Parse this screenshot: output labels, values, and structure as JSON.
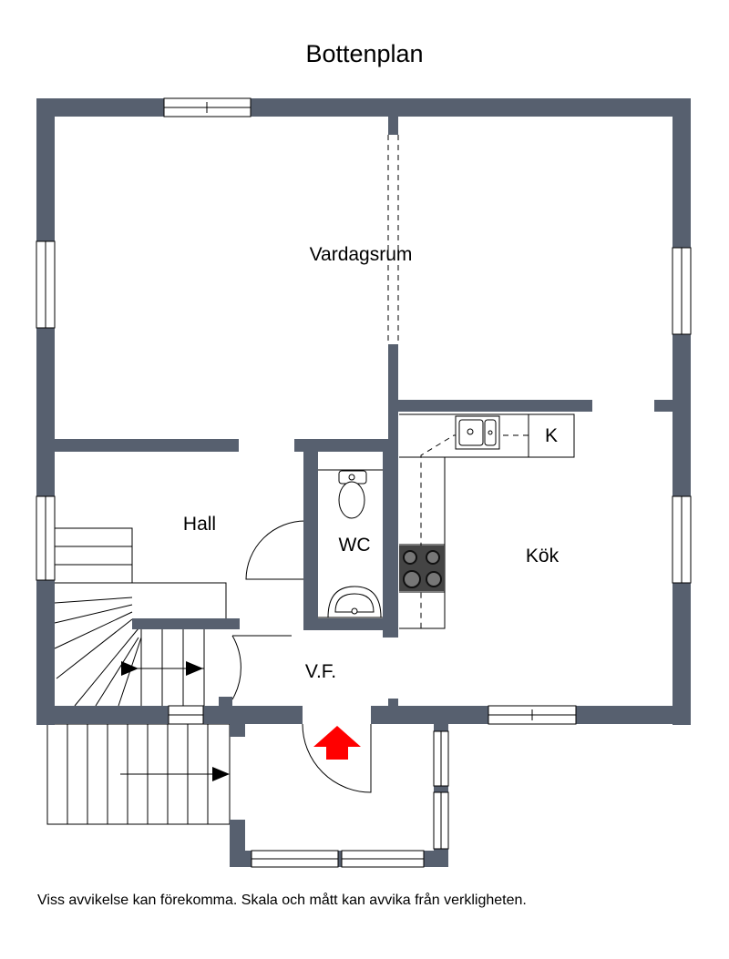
{
  "title": "Bottenplan",
  "disclaimer": "Viss avvikelse kan förekomma. Skala och mått kan avvika från verkligheten.",
  "rooms": {
    "vardagsrum": "Vardagsrum",
    "hall": "Hall",
    "wc": "WC",
    "kok": "Kök",
    "vf": "V.F.",
    "k": "K"
  },
  "colors": {
    "wall": "#57606f",
    "entry_arrow": "#ff0000",
    "stove": "#444444"
  },
  "icons": {
    "entry": "entry-arrow-icon",
    "stair_direction": "stair-arrow-icon"
  }
}
